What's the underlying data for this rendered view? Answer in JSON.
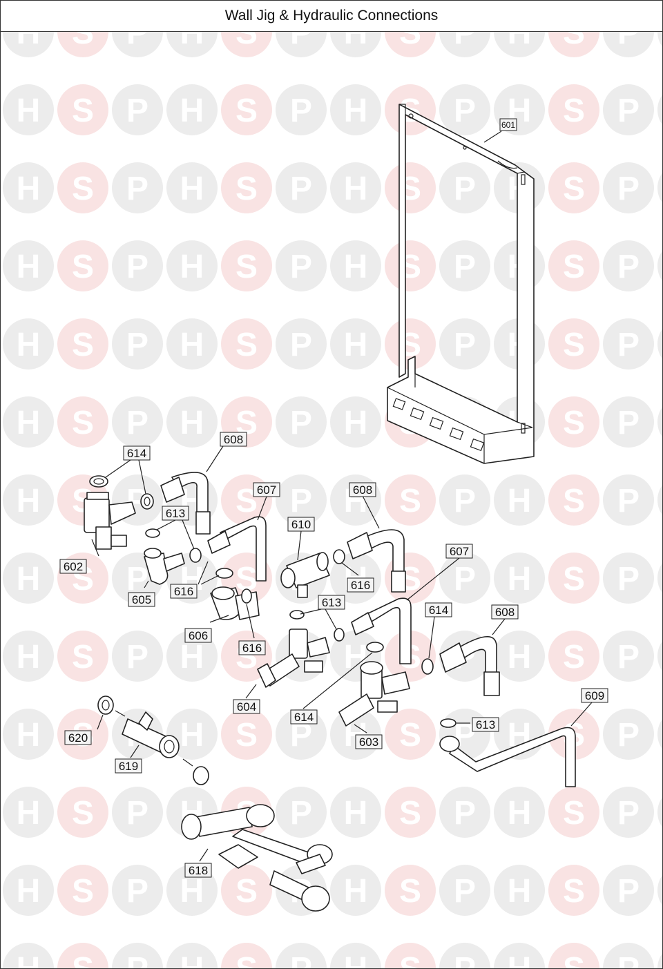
{
  "title": "Wall Jig & Hydraulic Connections",
  "watermark": {
    "letters": [
      "H",
      "S",
      "P"
    ],
    "grey": "#ececec",
    "pink": "#f9e3e3",
    "letter_grey": "#ffffff",
    "letter_pink": "#ffffff"
  },
  "labels": [
    {
      "key": "601",
      "text": "601"
    },
    {
      "key": "602",
      "text": "602"
    },
    {
      "key": "603",
      "text": "603"
    },
    {
      "key": "604",
      "text": "604"
    },
    {
      "key": "605",
      "text": "605"
    },
    {
      "key": "606",
      "text": "606"
    },
    {
      "key": "607a",
      "text": "607"
    },
    {
      "key": "607b",
      "text": "607"
    },
    {
      "key": "608a",
      "text": "608"
    },
    {
      "key": "608b",
      "text": "608"
    },
    {
      "key": "608c",
      "text": "608"
    },
    {
      "key": "609",
      "text": "609"
    },
    {
      "key": "610",
      "text": "610"
    },
    {
      "key": "613a",
      "text": "613"
    },
    {
      "key": "613b",
      "text": "613"
    },
    {
      "key": "613c",
      "text": "613"
    },
    {
      "key": "614a",
      "text": "614"
    },
    {
      "key": "614b",
      "text": "614"
    },
    {
      "key": "614c",
      "text": "614"
    },
    {
      "key": "616a",
      "text": "616"
    },
    {
      "key": "616b",
      "text": "616"
    },
    {
      "key": "616c",
      "text": "616"
    },
    {
      "key": "618",
      "text": "618"
    },
    {
      "key": "619",
      "text": "619"
    },
    {
      "key": "620",
      "text": "620"
    }
  ]
}
